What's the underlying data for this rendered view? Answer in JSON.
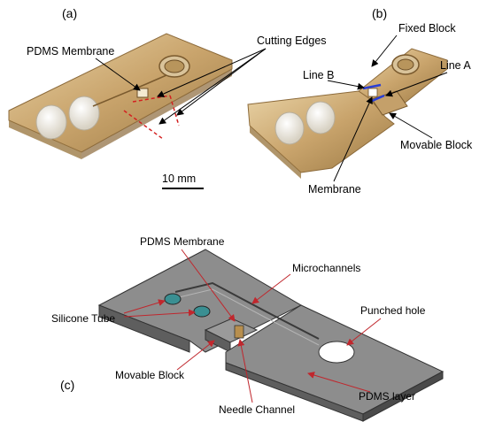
{
  "panels": {
    "a": "(a)",
    "b": "(b)",
    "c": "(c)"
  },
  "panel_a": {
    "pdms_membrane": "PDMS Membrane",
    "cutting_edges": "Cutting Edges",
    "scale_bar": "10 mm"
  },
  "panel_b": {
    "fixed_block": "Fixed Block",
    "line_a": "Line A",
    "line_b": "Line B",
    "movable_block": "Movable Block",
    "membrane": "Membrane"
  },
  "panel_c": {
    "pdms_membrane": "PDMS Membrane",
    "microchannels": "Microchannels",
    "silicone_tube": "Silicone Tube",
    "punched_hole": "Punched hole",
    "movable_block": "Movable Block",
    "needle_channel": "Needle Channel",
    "pdms_layer": "PDMS layer"
  },
  "colors": {
    "device_fill": "#c8a46e",
    "device_edge": "#8c6a3a",
    "cut_line": "#d42020",
    "line_a_b": "#2a3fd6",
    "pointer_red": "#c0272d",
    "block_top": "#8d8d8d",
    "block_side": "#5e5e5e"
  }
}
